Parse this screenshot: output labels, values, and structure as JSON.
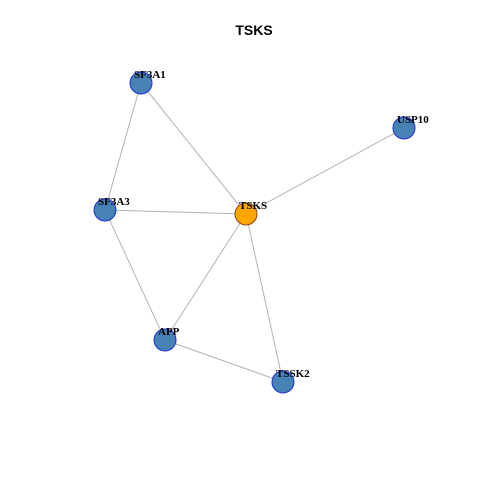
{
  "title": "TSKS",
  "colors": {
    "center_fill": "#FFA500",
    "center_stroke": "#8B4513",
    "node_fill": "#4682B4",
    "node_stroke": "#1f2fd6",
    "edge": "#b3b3b3"
  },
  "nodes": [
    {
      "id": "SF3A1",
      "label": "SF3A1",
      "center": false
    },
    {
      "id": "USP10",
      "label": "USP10",
      "center": false
    },
    {
      "id": "SF3A3",
      "label": "SF3A3",
      "center": false
    },
    {
      "id": "TSKS",
      "label": "TSKS",
      "center": true
    },
    {
      "id": "APP",
      "label": "APP",
      "center": false
    },
    {
      "id": "TSSK2",
      "label": "TSSK2",
      "center": false
    }
  ],
  "edges": [
    [
      "SF3A1",
      "SF3A3"
    ],
    [
      "SF3A1",
      "TSKS"
    ],
    [
      "USP10",
      "TSKS"
    ],
    [
      "SF3A3",
      "TSKS"
    ],
    [
      "SF3A3",
      "APP"
    ],
    [
      "TSKS",
      "APP"
    ],
    [
      "TSKS",
      "TSSK2"
    ],
    [
      "APP",
      "TSSK2"
    ]
  ]
}
